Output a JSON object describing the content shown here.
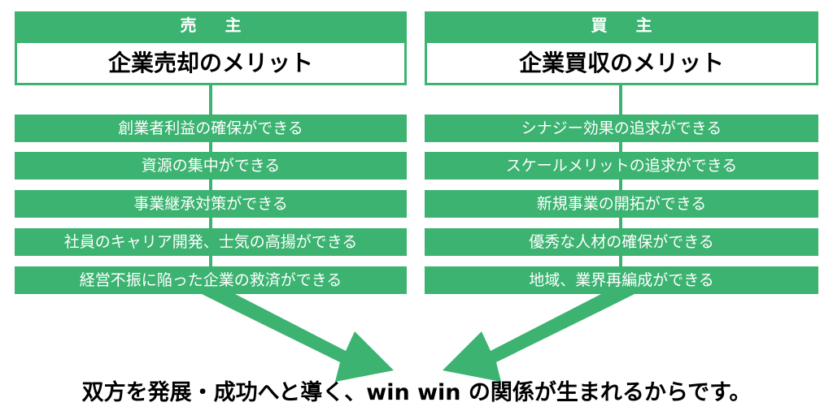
{
  "colors": {
    "accent": "#3cb371",
    "text": "#000000",
    "on_accent": "#ffffff"
  },
  "seller": {
    "header": "売 主",
    "title": "企業売却のメリット",
    "items": [
      "創業者利益の確保ができる",
      "資源の集中ができる",
      "事業継承対策ができる",
      "社員のキャリア開発、士気の高揚ができる",
      "経営不振に陥った企業の救済ができる"
    ]
  },
  "buyer": {
    "header": "買 主",
    "title": "企業買収のメリット",
    "items": [
      "シナジー効果の追求ができる",
      "スケールメリットの追求ができる",
      "新規事業の開拓ができる",
      "優秀な人材の確保ができる",
      "地域、業界再編成ができる"
    ]
  },
  "conclusion": "双方を発展・成功へと導く、win win の関係が生まれるからです。"
}
